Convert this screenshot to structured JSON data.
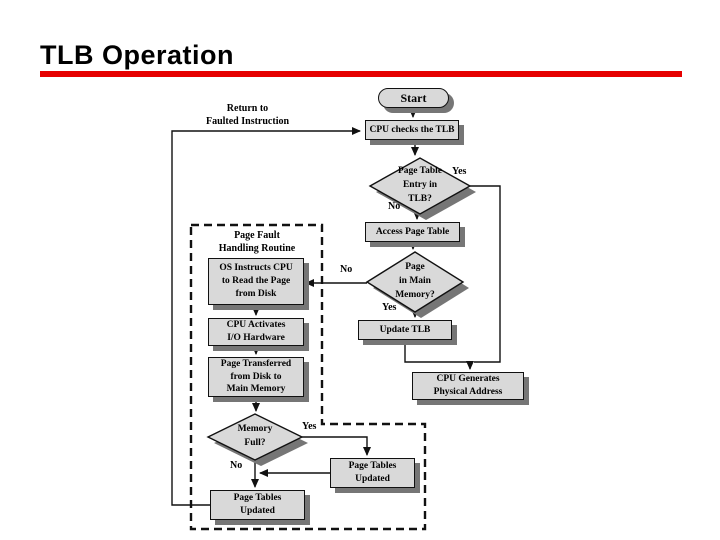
{
  "slide": {
    "title": "TLB Operation"
  },
  "flowchart": {
    "nodes": {
      "start": {
        "label": "Start"
      },
      "cpu_checks": {
        "label": "CPU checks the TLB"
      },
      "tlb_entry": {
        "label": "Page Table\nEntry in\nTLB?"
      },
      "access_page_table": {
        "label": "Access Page Table"
      },
      "page_in_memory": {
        "label": "Page\nin Main\nMemory?"
      },
      "update_tlb": {
        "label": "Update TLB"
      },
      "cpu_generates": {
        "label": "CPU Generates\nPhysical Address"
      },
      "os_instructs": {
        "label": "OS Instructs CPU\nto Read the Page\nfrom Disk"
      },
      "cpu_activates": {
        "label": "CPU Activates\nI/O Hardware"
      },
      "page_transferred": {
        "label": "Page Transferred\nfrom Disk to\nMain Memory"
      },
      "memory_full": {
        "label": "Memory\nFull?"
      },
      "page_tables_updated_right": {
        "label": "Page Tables\nUpdated"
      },
      "page_tables_updated_bottom": {
        "label": "Page Tables\nUpdated"
      }
    },
    "group_label": "Page Fault\nHandling Routine",
    "annotations": {
      "return_to": "Return to\nFaulted Instruction"
    },
    "edge_labels": {
      "tlb_entry_yes": "Yes",
      "tlb_entry_no": "No",
      "page_in_memory_no": "No",
      "page_in_memory_yes": "Yes",
      "memory_full_yes": "Yes",
      "memory_full_no": "No"
    },
    "colors": {
      "accent_red": "#e60000",
      "node_fill": "#d9d9d9",
      "node_shadow": "#767676",
      "line": "#111111"
    }
  }
}
